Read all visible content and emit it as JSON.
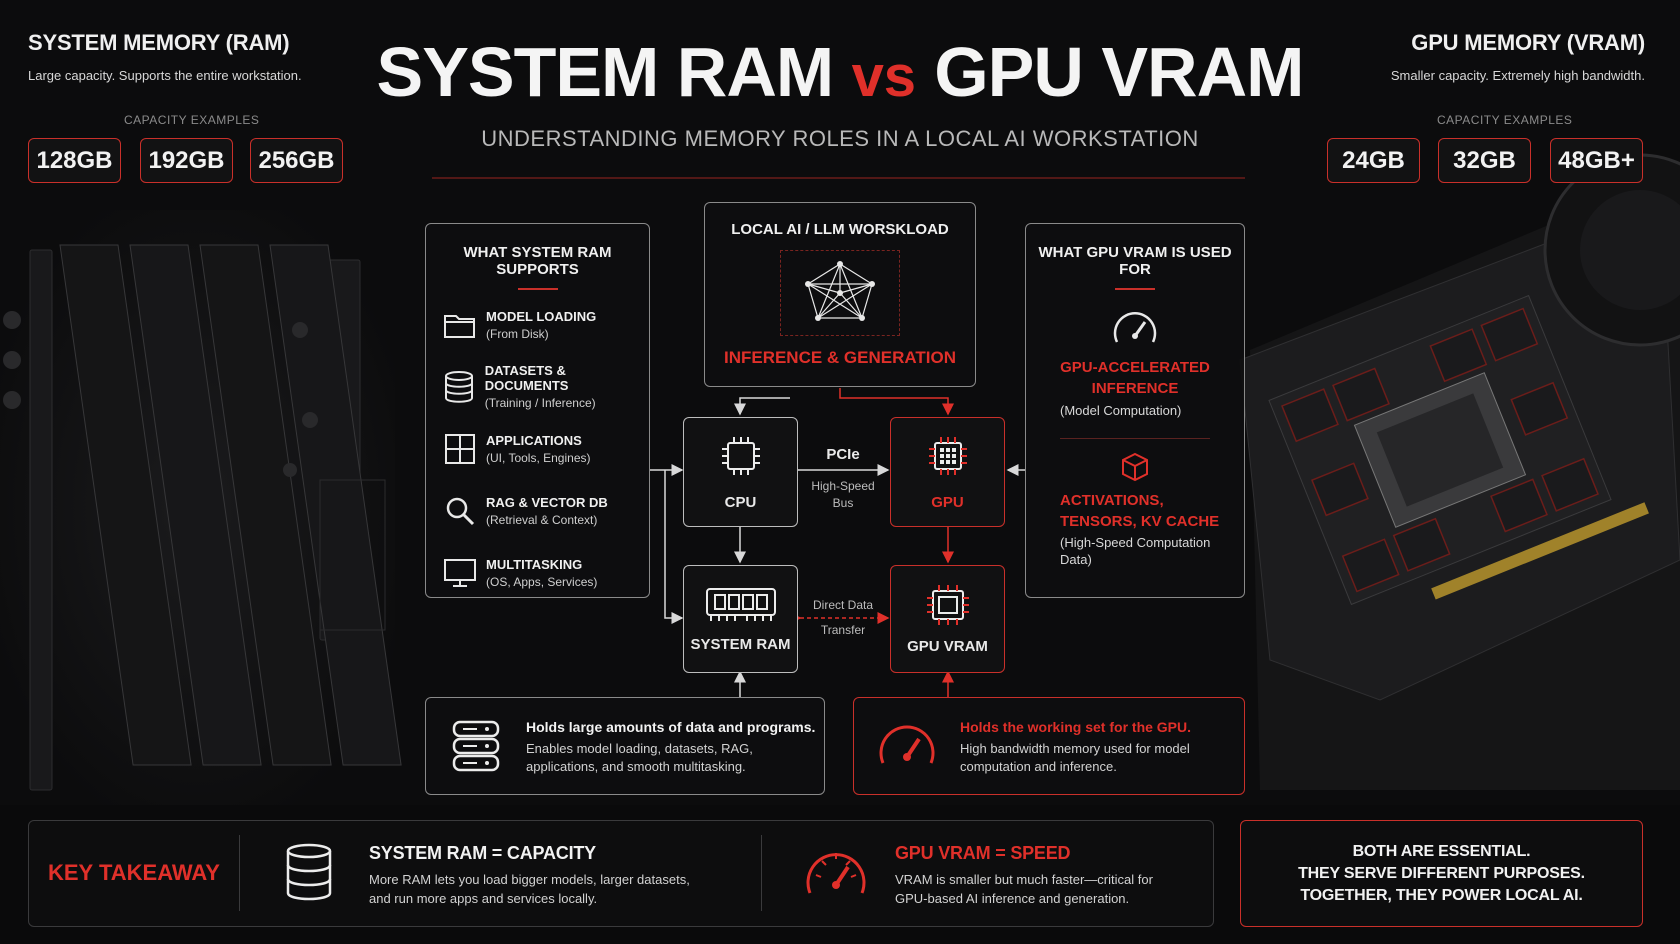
{
  "title": {
    "left": "SYSTEM RAM",
    "vs": "vs",
    "right": "GPU VRAM"
  },
  "subtitle": "UNDERSTANDING MEMORY ROLES IN A LOCAL AI WORKSTATION",
  "left_panel": {
    "heading": "SYSTEM MEMORY (RAM)",
    "desc": "Large capacity. Supports the entire workstation.",
    "examples_label": "CAPACITY EXAMPLES",
    "capacities": [
      "128GB",
      "192GB",
      "256GB"
    ]
  },
  "right_panel": {
    "heading": "GPU MEMORY (VRAM)",
    "desc": "Smaller capacity. Extremely high bandwidth.",
    "examples_label": "CAPACITY EXAMPLES",
    "capacities": [
      "24GB",
      "32GB",
      "48GB+"
    ]
  },
  "ram_supports": {
    "heading": "WHAT SYSTEM RAM SUPPORTS",
    "items": [
      {
        "icon": "folder-icon",
        "title": "MODEL LOADING",
        "sub": "(From Disk)"
      },
      {
        "icon": "database-icon",
        "title": "DATASETS & DOCUMENTS",
        "sub": "(Training / Inference)"
      },
      {
        "icon": "grid-icon",
        "title": "APPLICATIONS",
        "sub": "(UI, Tools, Engines)"
      },
      {
        "icon": "search-icon",
        "title": "RAG & VECTOR DB",
        "sub": "(Retrieval & Context)"
      },
      {
        "icon": "monitor-icon",
        "title": "MULTITASKING",
        "sub": "(OS, Apps, Services)"
      }
    ]
  },
  "workload": {
    "heading": "LOCAL AI / LLM WORSKLOAD",
    "label": "INFERENCE & GENERATION"
  },
  "vram_used": {
    "heading": "WHAT GPU VRAM IS USED FOR",
    "item1": {
      "icon": "gauge-icon",
      "title_line1": "GPU-ACCELERATED",
      "title_line2": "INFERENCE",
      "sub": "(Model Computation)"
    },
    "item2": {
      "icon": "cube-icon",
      "title_line1": "ACTIVATIONS,",
      "title_line2": "TENSORS, KV CACHE",
      "sub_line1": "(High-Speed Computation",
      "sub_line2": "Data)"
    }
  },
  "nodes": {
    "cpu": "CPU",
    "gpu": "GPU",
    "ram": "SYSTEM RAM",
    "vram": "GPU VRAM",
    "pcie": "PCIe",
    "bus_line1": "High-Speed",
    "bus_line2": "Bus",
    "dt_line1": "Direct Data",
    "dt_line2": "Transfer"
  },
  "ram_note": {
    "title": "Holds large amounts of data and programs.",
    "line1": "Enables model loading, datasets, RAG,",
    "line2": "applications, and smooth multitasking."
  },
  "vram_note": {
    "title": "Holds the working set for the GPU.",
    "line1": "High bandwidth memory used for model",
    "line2": "computation and inference."
  },
  "takeaway": {
    "label": "KEY TAKEAWAY",
    "ram_title": "SYSTEM RAM = CAPACITY",
    "ram_line1": "More RAM lets you load bigger models, larger datasets,",
    "ram_line2": "and run more apps and services locally.",
    "vram_title": "GPU VRAM = SPEED",
    "vram_line1": "VRAM is smaller but much faster—critical for",
    "vram_line2": "GPU-based AI inference and generation.",
    "final_line1": "BOTH ARE ESSENTIAL.",
    "final_line2": "THEY SERVE DIFFERENT PURPOSES.",
    "final_line3": "TOGETHER, THEY POWER LOCAL AI."
  },
  "colors": {
    "accent": "#e0302a",
    "border": "#8a8a8a",
    "background": "#0c0c0d"
  }
}
